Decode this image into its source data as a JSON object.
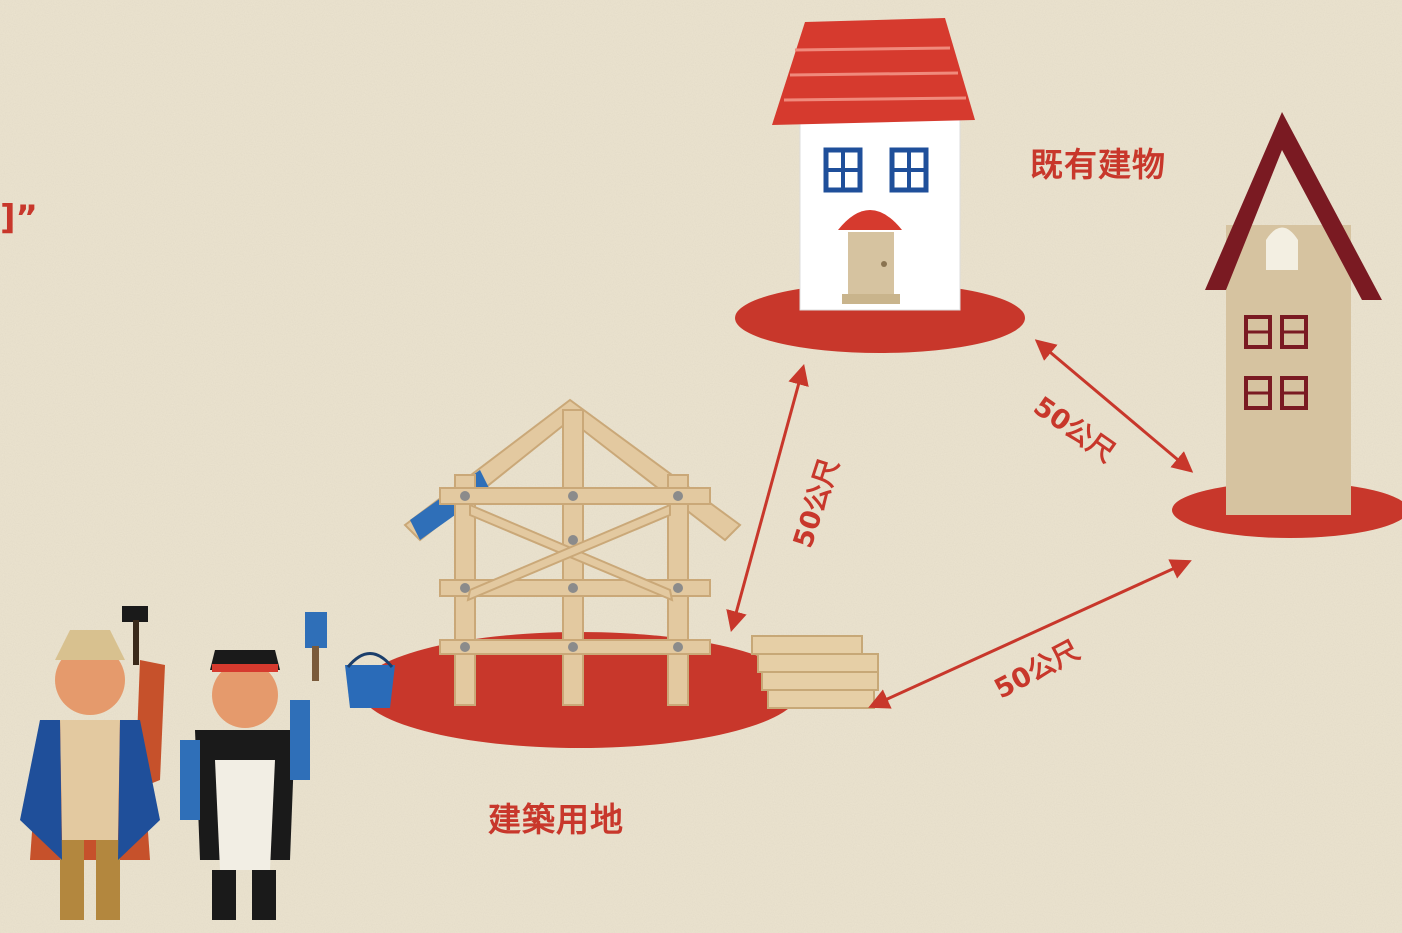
{
  "labels": {
    "existing_building": "既有建物",
    "building_site": "建築用地",
    "quote_fragment": "]”"
  },
  "distances": [
    {
      "id": "site-to-red-house",
      "text": "50公尺"
    },
    {
      "id": "red-house-to-tall-house",
      "text": "50公尺"
    },
    {
      "id": "site-to-tall-house",
      "text": "50公尺"
    }
  ],
  "colors": {
    "background": "#ece4d0",
    "accent_red": "#c8372b",
    "roof_red": "#d63a2e",
    "dark_roof": "#7a1a22",
    "tan_wall": "#d6c3a0",
    "window_blue": "#1f4f9a",
    "wood": "#e3c9a0"
  },
  "icons": [
    "red-roof-house-icon",
    "tall-tan-house-icon",
    "timber-frame-icon",
    "lumber-stack-icon",
    "paint-bucket-icon",
    "man-with-hammer-icon",
    "woman-with-brush-icon"
  ]
}
